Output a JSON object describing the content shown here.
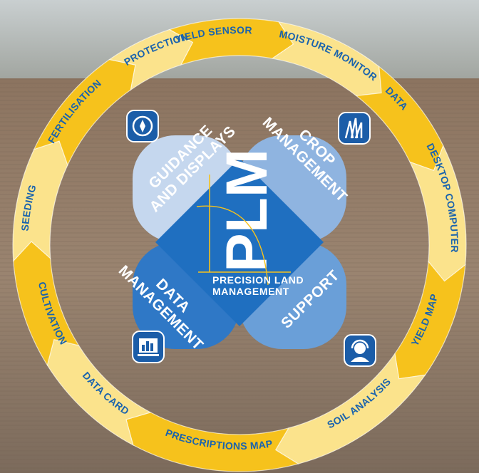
{
  "center": {
    "logo": "PLM",
    "subtitle_line1": "PRECISION LAND",
    "subtitle_line2": "MANAGEMENT"
  },
  "petals": {
    "guidance": {
      "line1": "GUIDANCE",
      "line2": "AND DISPLAYS",
      "icon": "compass-icon"
    },
    "crop": {
      "line1": "CROP",
      "line2": "MANAGEMENT",
      "icon": "grass-icon"
    },
    "data": {
      "line1": "DATA",
      "line2": "MANAGEMENT",
      "icon": "monitor-chart-icon"
    },
    "support": {
      "line1": "SUPPORT",
      "icon": "headset-support-icon"
    }
  },
  "cycle": [
    "YIELD SENSOR",
    "MOISTURE MONITOR",
    "DATA",
    "DESKTOP COMPUTER",
    "YIELD MAP",
    "SOIL ANALYSIS",
    "PRESCRIPTIONS MAP",
    "DATA CARD",
    "CULTIVATION",
    "SEEDING",
    "FERTILISATION",
    "PROTECTION"
  ],
  "colors": {
    "ring_yellow": "#f6c21c",
    "ring_light": "#fbe38c",
    "text_blue": "#1a63ad",
    "center_blue": "#1f6fc0",
    "petal_light": "#c6d7ee",
    "petal_mid": "#8db3e0",
    "petal_dark": "#2f7ac9"
  }
}
